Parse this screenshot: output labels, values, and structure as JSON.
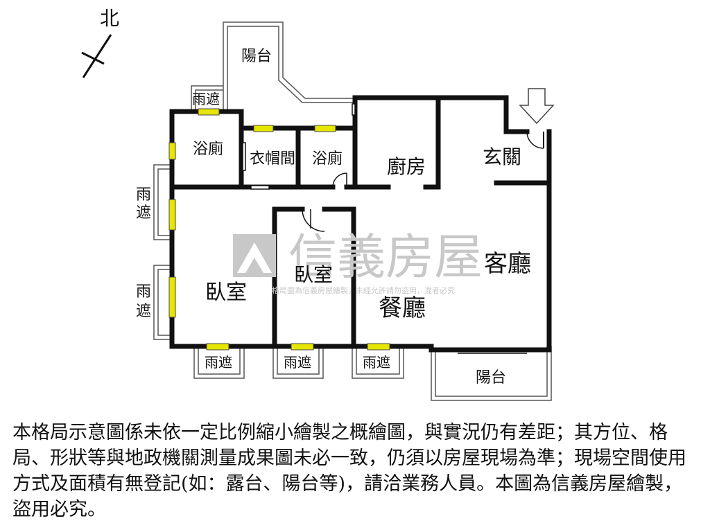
{
  "compass": {
    "label": "北"
  },
  "rooms": {
    "balcony_top": "陽台",
    "canopy_top": "雨遮",
    "bath_1": "浴廁",
    "closet": "衣帽間",
    "bath_2": "浴廁",
    "kitchen": "廚房",
    "foyer": "玄關",
    "canopy_left_1_a": "雨",
    "canopy_left_1_b": "遮",
    "canopy_left_2_a": "雨",
    "canopy_left_2_b": "遮",
    "bedroom_1": "臥室",
    "bedroom_2": "臥室",
    "living_room": "客廳",
    "dining_room": "餐廳",
    "canopy_bottom_1": "雨遮",
    "canopy_bottom_2": "雨遮",
    "canopy_bottom_3": "雨遮",
    "balcony_bottom": "陽台"
  },
  "watermark": {
    "brand": "信義房屋",
    "notice": "格局圖為信義房屋繪製，未經允許請勿盜用，違者必究",
    "color": "#c8c8c8"
  },
  "disclaimer": "本格局示意圖係未依一定比例縮小繪製之概繪圖，與實況仍有差距；其方位、格局、形狀等與地政機關測量成果圖未必一致，仍須以房屋現場為準；現場空間使用方式及面積有無登記(如：露台、陽台等)，請洽業務人員。本圖為信義房屋繪製，盜用必究。",
  "colors": {
    "wall": "#111111",
    "window_fill": "#e6e600",
    "outline": "#555555"
  }
}
